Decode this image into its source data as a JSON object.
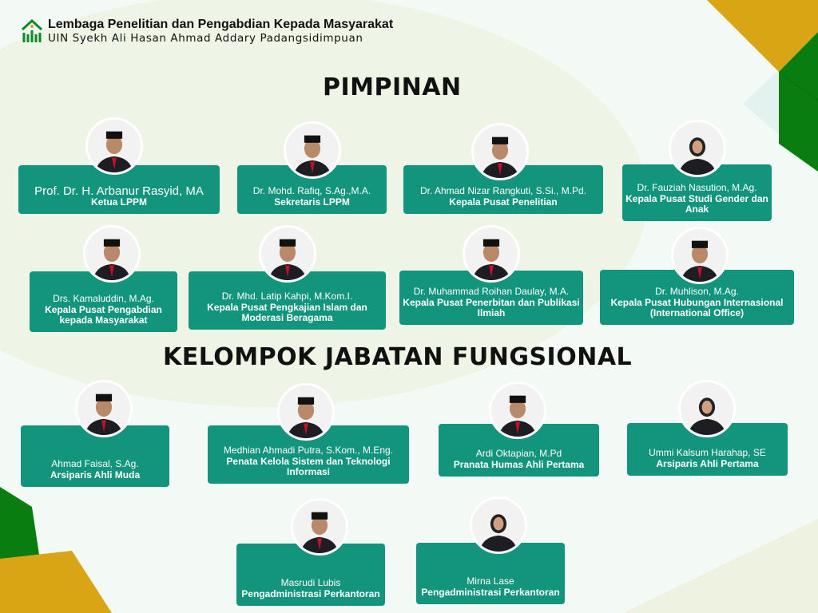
{
  "header": {
    "line1": "Lembaga Penelitian dan Pengabdian Kepada Masyarakat",
    "line2": "UIN Syekh Ali Hasan Ahmad Addary Padangsidimpuan"
  },
  "colors": {
    "card": "#13947d",
    "green": "#0a7d10",
    "gold": "#d9a514"
  },
  "pimpinan": {
    "title": "PIMPINAN",
    "members": [
      {
        "name": "Prof. Dr. H. Arbanur Rasyid, MA",
        "role": "Ketua LPPM"
      },
      {
        "name": "Dr. Mohd. Rafiq, S.Ag.,M.A.",
        "role": "Sekretaris LPPM"
      },
      {
        "name": "Dr. Ahmad Nizar Rangkuti, S.Si., M.Pd.",
        "role": "Kepala Pusat Penelitian"
      },
      {
        "name": "Dr. Fauziah Nasution, M.Ag.",
        "role": "Kepala Pusat Studi Gender dan Anak"
      },
      {
        "name": "Drs. Kamaluddin, M.Ag.",
        "role": "Kepala Pusat Pengabdian kepada Masyarakat"
      },
      {
        "name": "Dr. Mhd. Latip Kahpi, M.Kom.I.",
        "role": "Kepala Pusat Pengkajian Islam dan Moderasi Beragama"
      },
      {
        "name": "Dr. Muhammad Roihan Daulay, M.A.",
        "role": "Kepala Pusat Penerbitan dan Publikasi Ilmiah"
      },
      {
        "name": "Dr. Muhlison, M.Ag.",
        "role": "Kepala Pusat Hubungan Internasional (International Office)"
      }
    ]
  },
  "fungsional": {
    "title": "KELOMPOK JABATAN FUNGSIONAL",
    "members": [
      {
        "name": "Ahmad Faisal, S.Ag.",
        "role": "Arsiparis Ahli Muda"
      },
      {
        "name": "Medhian Ahmadi Putra, S.Kom., M.Eng.",
        "role": "Penata Kelola Sistem dan Teknologi Informasi"
      },
      {
        "name": "Ardi Oktapian, M.Pd",
        "role": "Pranata Humas Ahli Pertama"
      },
      {
        "name": "Ummi Kalsum Harahap, SE",
        "role": "Arsiparis Ahli Pertama"
      },
      {
        "name": "Masrudi Lubis",
        "role": "Pengadministrasi Perkantoran"
      },
      {
        "name": "Mirna Lase",
        "role": "Pengadministrasi Perkantoran"
      }
    ]
  }
}
